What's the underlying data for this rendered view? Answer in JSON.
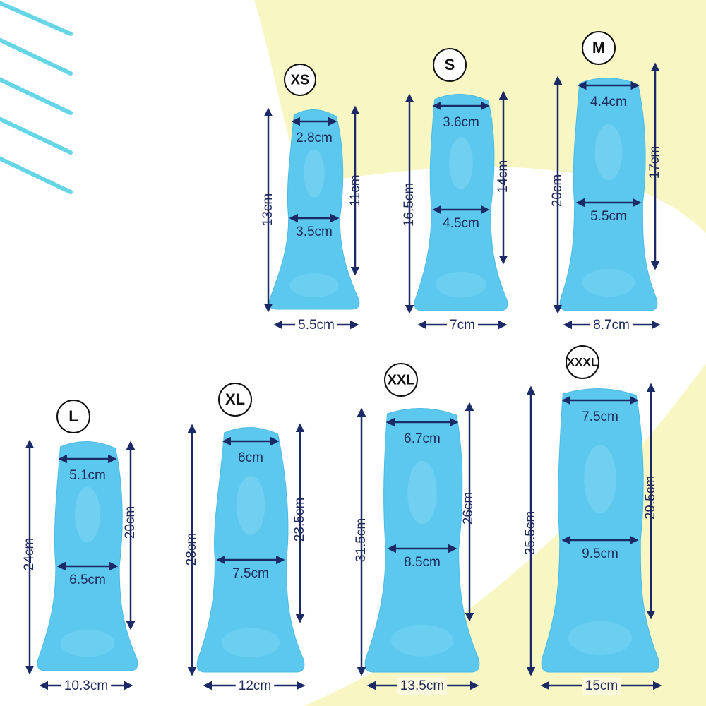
{
  "palette": {
    "accent_blue": "#5cc8ee",
    "yellow": "#f8f6c2",
    "arrow": "#1b2a66",
    "text": "#1f2a5a",
    "stripes": "#66d5e6"
  },
  "sizes": [
    {
      "label": "XS",
      "total_length": "13cm",
      "insertable_length": "11cm",
      "tip_width": "2.8cm",
      "mid_width": "3.5cm",
      "base_width": "5.5cm"
    },
    {
      "label": "S",
      "total_length": "16.5cm",
      "insertable_length": "14cm",
      "tip_width": "3.6cm",
      "mid_width": "4.5cm",
      "base_width": "7cm"
    },
    {
      "label": "M",
      "total_length": "20cm",
      "insertable_length": "17cm",
      "tip_width": "4.4cm",
      "mid_width": "5.5cm",
      "base_width": "8.7cm"
    },
    {
      "label": "L",
      "total_length": "24cm",
      "insertable_length": "20cm",
      "tip_width": "5.1cm",
      "mid_width": "6.5cm",
      "base_width": "10.3cm"
    },
    {
      "label": "XL",
      "total_length": "28cm",
      "insertable_length": "23.5cm",
      "tip_width": "6cm",
      "mid_width": "7.5cm",
      "base_width": "12cm"
    },
    {
      "label": "XXL",
      "total_length": "31.5cm",
      "insertable_length": "26cm",
      "tip_width": "6.7cm",
      "mid_width": "8.5cm",
      "base_width": "13.5cm"
    },
    {
      "label": "XXXL",
      "total_length": "35.5cm",
      "insertable_length": "29.5cm",
      "tip_width": "7.5cm",
      "mid_width": "9.5cm",
      "base_width": "15cm"
    }
  ]
}
